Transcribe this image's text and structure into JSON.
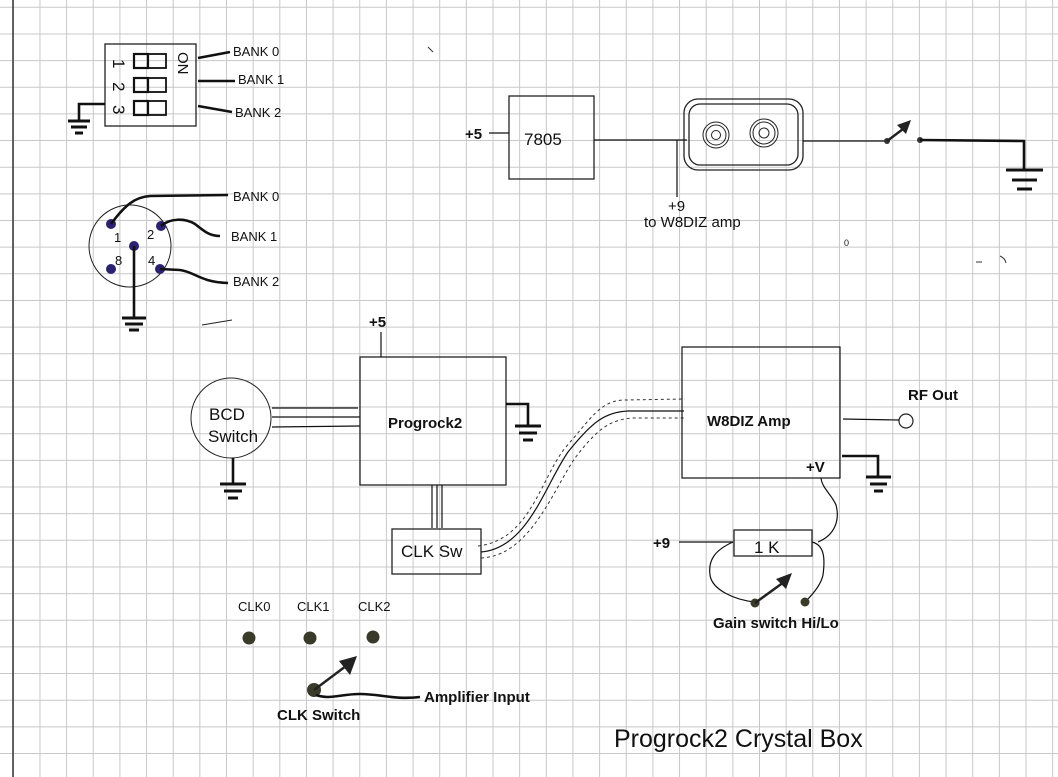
{
  "diagram": {
    "title": "Progrock2 Crystal Box",
    "dip_switch": {
      "on_label": "ON",
      "positions": [
        "1",
        "2",
        "3"
      ],
      "outputs": [
        "BANK 0",
        "BANK 1",
        "BANK 2"
      ]
    },
    "din_connector": {
      "pins": [
        "1",
        "2",
        "8",
        "4"
      ],
      "outputs": [
        "BANK 0",
        "BANK 1",
        "BANK 2"
      ]
    },
    "regulator": {
      "input_label": "+5",
      "name": "7805"
    },
    "power_jack": {
      "tap_label": "+9",
      "tap_note": "to W8DIZ amp"
    },
    "bcd_switch": {
      "line1": "BCD",
      "line2": "Switch"
    },
    "progrock": {
      "name": "Progrock2",
      "supply_label": "+5"
    },
    "clk_sw_box": {
      "name": "CLK Sw"
    },
    "amp": {
      "name": "W8DIZ Amp",
      "supply_label": "+V",
      "output_label": "RF Out"
    },
    "gain": {
      "supply_label": "+9",
      "resistor_label": "1 K",
      "switch_label": "Gain switch Hi/Lo"
    },
    "clk_switch": {
      "positions": [
        "CLK0",
        "CLK1",
        "CLK2"
      ],
      "name": "CLK Switch",
      "output_label": "Amplifier Input"
    },
    "colors": {
      "grid": "#c8c8c8",
      "ink": "#111111",
      "pin_dot": "#2a2270",
      "switch_dot": "#3a3a2a"
    }
  }
}
